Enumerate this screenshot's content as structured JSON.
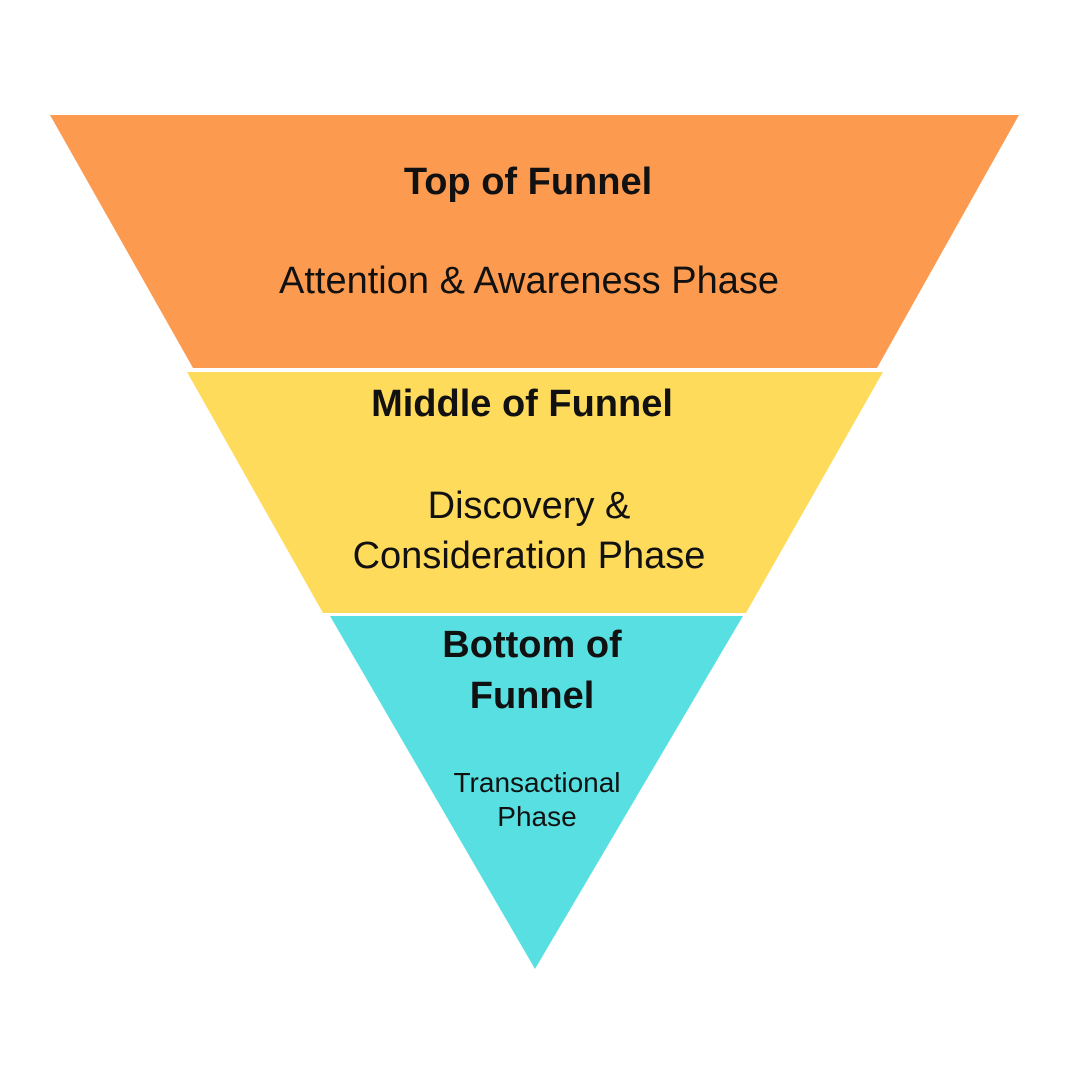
{
  "background_color": "#FFFFFF",
  "text_color": "#111111",
  "funnel": {
    "segments": [
      {
        "id": "top-of-funnel",
        "title_lines": [
          "Top of Funnel"
        ],
        "subtitle_lines": [
          "Attention & Awareness Phase"
        ],
        "color": "#FC9A4F"
      },
      {
        "id": "middle-of-funnel",
        "title_lines": [
          "Middle of Funnel"
        ],
        "subtitle_lines": [
          "Discovery &",
          "Consideration Phase"
        ],
        "color": "#FFDB5C"
      },
      {
        "id": "bottom-of-funnel",
        "title_lines": [
          "Bottom of",
          "Funnel"
        ],
        "subtitle_lines": [
          "Transactional",
          "Phase"
        ],
        "color": "#58DFE1"
      }
    ]
  }
}
